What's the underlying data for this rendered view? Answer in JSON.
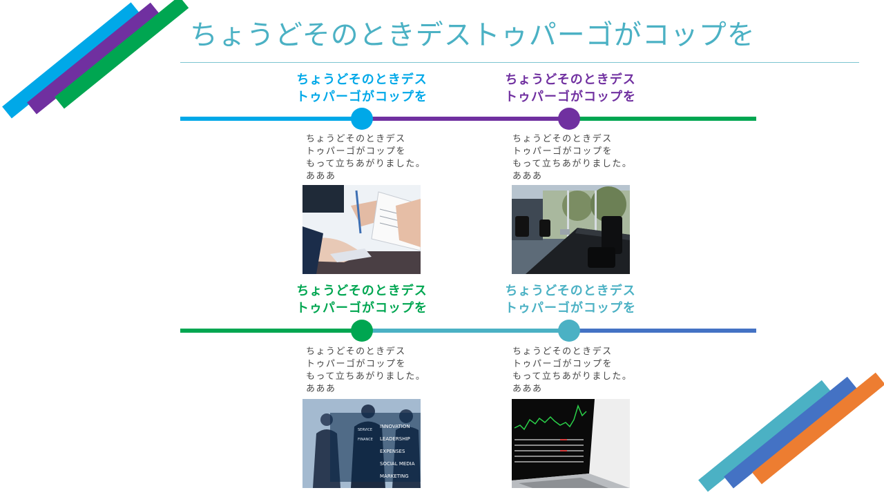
{
  "slide": {
    "title": "ちょうどそのときデストゥパーゴがコップを",
    "colors": {
      "title": "#4bb1c4",
      "rule": "#7cc4d0",
      "blue": "#00a8e8",
      "purple": "#7030a0",
      "green": "#00a651",
      "teal": "#4bb1c4",
      "indigo": "#4472c4",
      "orange": "#ed7d31"
    }
  },
  "milestones": [
    {
      "title_line1": "ちょうどそのときデス",
      "title_line2": "トゥパーゴがコップを",
      "desc_line1": "ちょうどそのときデス",
      "desc_line2": "トゥパーゴがコップを",
      "desc_line3": "もって立ちあがりました。",
      "desc_line4": "あああ",
      "image": "business-handshake-contract-photo"
    },
    {
      "title_line1": "ちょうどそのときデス",
      "title_line2": "トゥパーゴがコップを",
      "desc_line1": "ちょうどそのときデス",
      "desc_line2": "トゥパーゴがコップを",
      "desc_line3": "もって立ちあがりました。",
      "desc_line4": "あああ",
      "image": "meeting-room-photo"
    },
    {
      "title_line1": "ちょうどそのときデス",
      "title_line2": "トゥパーゴがコップを",
      "desc_line1": "ちょうどそのときデス",
      "desc_line2": "トゥパーゴがコップを",
      "desc_line3": "もって立ちあがりました。",
      "desc_line4": "あああ",
      "image": "business-team-digital-screen-photo",
      "image_words": [
        "INNOVATION",
        "SERVICE",
        "FINANCE",
        "LEADERSHIP",
        "EXPENSES",
        "SOCIAL MEDIA",
        "MARKETING"
      ]
    },
    {
      "title_line1": "ちょうどそのときデス",
      "title_line2": "トゥパーゴがコップを",
      "desc_line1": "ちょうどそのときデス",
      "desc_line2": "トゥパーゴがコップを",
      "desc_line3": "もって立ちあがりました。",
      "desc_line4": "あああ",
      "image": "laptop-stock-chart-photo"
    }
  ]
}
